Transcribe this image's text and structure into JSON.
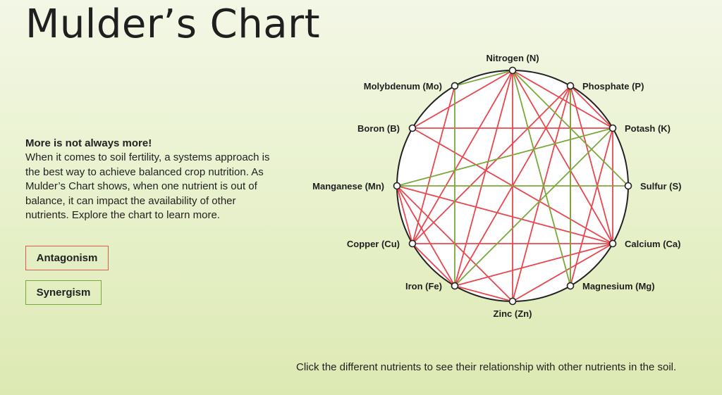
{
  "title": "Mulder’s Chart",
  "intro": {
    "heading": "More is not always more!",
    "body": "When it comes to soil fertility, a systems approach is the best way to achieve balanced crop nutrition. As Mulder’s Chart shows, when one nutrient is out of balance, it can impact the availability of other nutrients. Explore the chart to learn more."
  },
  "legend": {
    "antagonism_label": "Antagonism",
    "synergism_label": "Synergism",
    "antagonism_color": "#e8474e",
    "synergism_color": "#7aa83a"
  },
  "instruction": "Click the different nutrients to see their relationship with other nutrients in the soil.",
  "nutrients": [
    {
      "id": "N",
      "label": "Nitrogen (N)"
    },
    {
      "id": "P",
      "label": "Phosphate (P)"
    },
    {
      "id": "K",
      "label": "Potash (K)"
    },
    {
      "id": "S",
      "label": "Sulfur (S)"
    },
    {
      "id": "Ca",
      "label": "Calcium (Ca)"
    },
    {
      "id": "Mg",
      "label": "Magnesium (Mg)"
    },
    {
      "id": "Zn",
      "label": "Zinc (Zn)"
    },
    {
      "id": "Fe",
      "label": "Iron (Fe)"
    },
    {
      "id": "Cu",
      "label": "Copper (Cu)"
    },
    {
      "id": "Mn",
      "label": "Manganese (Mn)"
    },
    {
      "id": "B",
      "label": "Boron (B)"
    },
    {
      "id": "Mo",
      "label": "Molybdenum (Mo)"
    }
  ],
  "antagonism": [
    [
      "N",
      "K"
    ],
    [
      "N",
      "Cu"
    ],
    [
      "N",
      "Fe"
    ],
    [
      "N",
      "Ca"
    ],
    [
      "N",
      "B"
    ],
    [
      "N",
      "Zn"
    ],
    [
      "P",
      "K"
    ],
    [
      "P",
      "Cu"
    ],
    [
      "P",
      "Fe"
    ],
    [
      "P",
      "Zn"
    ],
    [
      "P",
      "Ca"
    ],
    [
      "P",
      "Mg"
    ],
    [
      "K",
      "B"
    ],
    [
      "K",
      "Mg"
    ],
    [
      "K",
      "Ca"
    ],
    [
      "Ca",
      "Mn"
    ],
    [
      "Ca",
      "Cu"
    ],
    [
      "Ca",
      "Fe"
    ],
    [
      "Ca",
      "Zn"
    ],
    [
      "Ca",
      "B"
    ],
    [
      "Mn",
      "Fe"
    ],
    [
      "Mn",
      "Cu"
    ],
    [
      "Mn",
      "Zn"
    ],
    [
      "Fe",
      "Cu"
    ],
    [
      "Fe",
      "Zn"
    ],
    [
      "Mo",
      "Cu"
    ]
  ],
  "synergism": [
    [
      "N",
      "Mo"
    ],
    [
      "N",
      "S"
    ],
    [
      "N",
      "Mg"
    ],
    [
      "Mo",
      "Fe"
    ],
    [
      "P",
      "Mg"
    ],
    [
      "K",
      "Mn"
    ],
    [
      "K",
      "Fe"
    ],
    [
      "S",
      "Mn"
    ]
  ]
}
